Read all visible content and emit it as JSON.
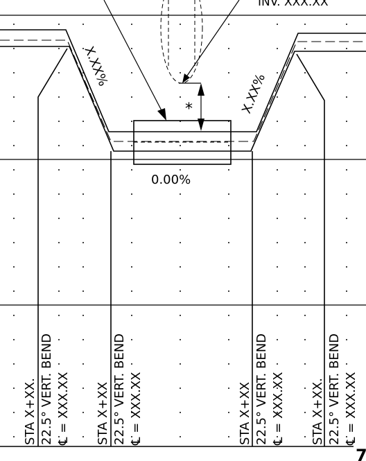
{
  "header_note": "INV. XXX.XX",
  "left_slope_label": "X.XX%",
  "right_slope_label": "X.XX%",
  "clearance_marker": "*",
  "bottom_grade_label": "0.00%",
  "bend_labels": [
    {
      "station": "STA X+XX.",
      "bend": "22.5° VERT. BEND",
      "centerline": "℄ = XXX.XX"
    },
    {
      "station": "STA X+XX",
      "bend": "22.5° VERT. BEND",
      "centerline": "℄ = XXX.XX"
    },
    {
      "station": "STA X+XX",
      "bend": "22.5° VERT. BEND",
      "centerline": "℄ = XXX.XX"
    },
    {
      "station": "STA X+XX.",
      "bend": "22.5° VERT. BEND",
      "centerline": "℄ = XXX.XX"
    }
  ],
  "corner_mark": "7"
}
